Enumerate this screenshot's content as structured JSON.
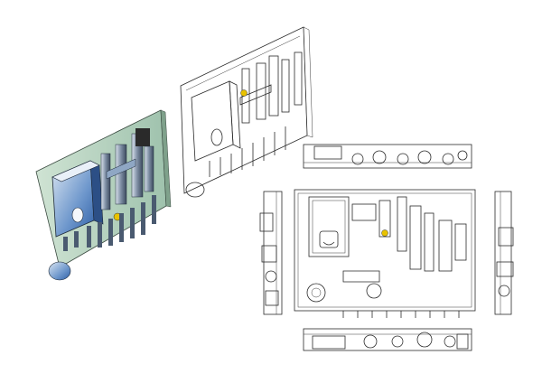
{
  "drawing": {
    "views": [
      {
        "name": "isometric-view-shaded",
        "render": "shaded"
      },
      {
        "name": "isometric-view-line",
        "render": "line"
      },
      {
        "name": "top-view",
        "render": "line"
      },
      {
        "name": "front-view",
        "render": "line"
      },
      {
        "name": "left-side-view",
        "render": "line"
      },
      {
        "name": "right-side-view",
        "render": "line"
      },
      {
        "name": "bottom-view",
        "render": "line"
      }
    ],
    "colors": {
      "background": "#ffffff",
      "line": "#2a2a2a",
      "shade_light": "#dbe6f2",
      "shade_blue": "#3d73b8",
      "panel_green": "#bfd8c6",
      "accent_yellow": "#e8c200"
    }
  }
}
